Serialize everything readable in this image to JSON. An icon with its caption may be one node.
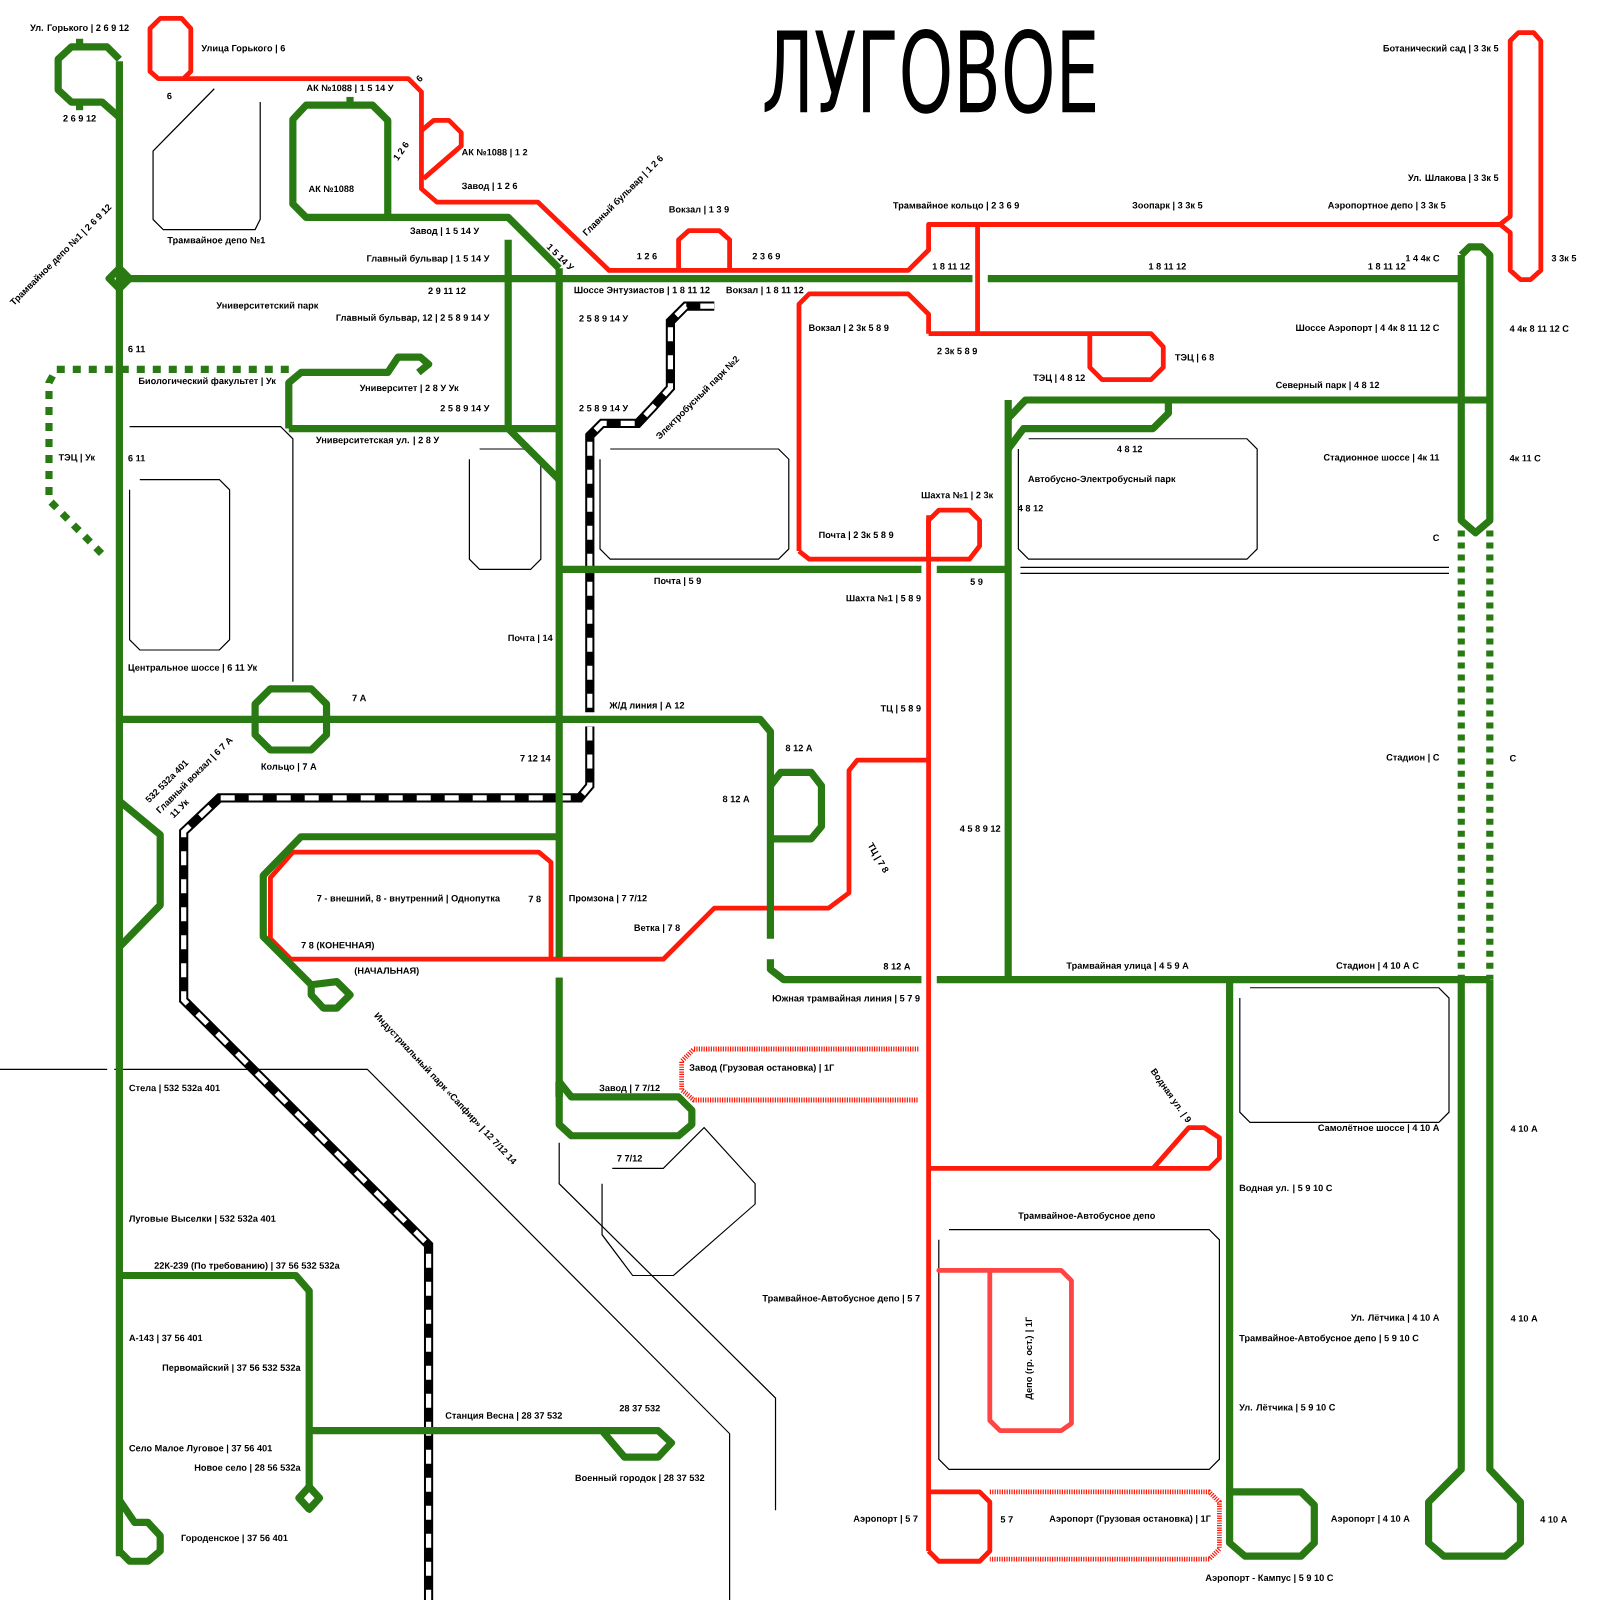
{
  "diagram": {
    "title": "ЛУГОВОЕ",
    "labels": [
      "Ул. Горького | 2 6 9 12",
      "Улица Горького | 6",
      "6",
      "2 6 9 12",
      "АК №1088 | 1 5 14 У",
      "6",
      "1 2 6",
      "АК №1088 | 1 2",
      "АК №1088",
      "Завод | 1 2 6",
      "Трамвайное депо №1",
      "Трамвайное депо №1 | 2 6 9 12",
      "Завод | 1 5 14 У",
      "Главный бульвар | 1 5 14 У",
      "2 9 11 12",
      "Главный бульвар | 1 2 6",
      "1 5 14 У",
      "Вокзал | 1 3 9",
      "1 2 6",
      "2 3 6 9",
      "Трамвайное кольцо | 2 3 6 9",
      "1 8 11 12",
      "1 8 11 12",
      "1 8 11 12",
      "1 4 4к С",
      "3 3к 5",
      "Ботанический сад | 3 3к 5",
      "Ул. Шлакова | 3 3к 5",
      "Зоопарк | 3 3к 5",
      "Аэропортное депо | 3 3к 5",
      "Университетский парк",
      "Главный бульвар, 12 | 2 5 8 9 14 У",
      "Шоссе Энтузиастов | 1 8 11 12",
      "Вокзал | 1 8 11 12",
      "2 5 8 9 14 У",
      "Вокзал | 2 3к 5 8 9",
      "2 3к 5 8 9",
      "ТЭЦ | 6 8",
      "Шоссе Аэропорт | 4 4к 8 11 12 С",
      "4 4к 8 11 12 С",
      "6 11",
      "Биологический факультет | Ук",
      "Университет | 2 8 У Ук",
      "ТЭЦ | 4 8 12",
      "Северный парк | 4 8 12",
      "2 5 8 9 14 У",
      "2 5 8 9 14 У",
      "Электробусный парк №2",
      "Университетская ул. | 2 8 У",
      "4 8 12",
      "ТЭЦ | Ук",
      "6 11",
      "Стадионное шоссе | 4к 11",
      "4к 11 С",
      "Автобусно-Электробусный парк",
      "Шахта №1 | 2 3к",
      "4 8 12",
      "Почта | 2 3к 5 8 9",
      "С",
      "Почта | 5 9",
      "5 9",
      "Шахта №1 | 5 8 9",
      "Почта | 14",
      "Центральное шоссе | 6 11 Ук",
      "7 А",
      "Ж/Д линия | А 12",
      "ТЦ | 5 8 9",
      "8 12 А",
      "Стадион | С",
      "С",
      "Кольцо | 7 А",
      "7 12 14",
      "8 12 А",
      "532 532а 401",
      "Главный вокзал | 6 7 А",
      "11 Ук",
      "7 - внешний, 8 - внутренний | Однопутка",
      "7 8",
      "Промзона | 7 7/12",
      "4 5 8 9 12",
      "ТЦ | 7 8",
      "Ветка | 7 8",
      "7 8 (КОНЕЧНАЯ)",
      "(НАЧАЛЬНАЯ)",
      "8 12 А",
      "Трамвайная улица | 4 5 9 А",
      "Стадион | 4 10 А С",
      "Южная трамвайная линия | 5 7 9",
      "Индустриальный парк «Сапфир» | 12 7/12 14",
      "Завод (Грузовая остановка) | 1Г",
      "Стела | 532 532а 401",
      "Завод | 7 7/12",
      "Водная ул. | 9",
      "Самолётное шоссе | 4 10 А",
      "4 10 А",
      "7 7/12",
      "Водная ул. | 5 9 10 С",
      "Луговые Выселки | 532 532а 401",
      "Трамвайное-Автобусное депо",
      "22К-239 (По требованию) | 37 56 532 532а",
      "Трамвайное-Автобусное депо | 5 7",
      "Ул. Лётчика | 4 10 А",
      "4 10 А",
      "А-143 | 37 56 401",
      "Трамвайное-Автобусное депо | 5 9 10 С",
      "Депо (гр. ост.) | 1Г",
      "Первомайский | 37 56 532 532а",
      "Ул. Лётчика | 5 9 10 С",
      "28 37 532",
      "Станция Весна | 28 37 532",
      "Село Малое Луговое | 37 56 401",
      "Новое село | 28 56 532а",
      "Военный городок | 28 37 532",
      "Аэропорт | 5 7",
      "5 7",
      "Аэропорт (Грузовая остановка) | 1Г",
      "Аэропорт | 4 10 А",
      "4 10 А",
      "Городенское | 37 56 401",
      "Аэропорт - Кампус | 5 9 10 С"
    ]
  }
}
